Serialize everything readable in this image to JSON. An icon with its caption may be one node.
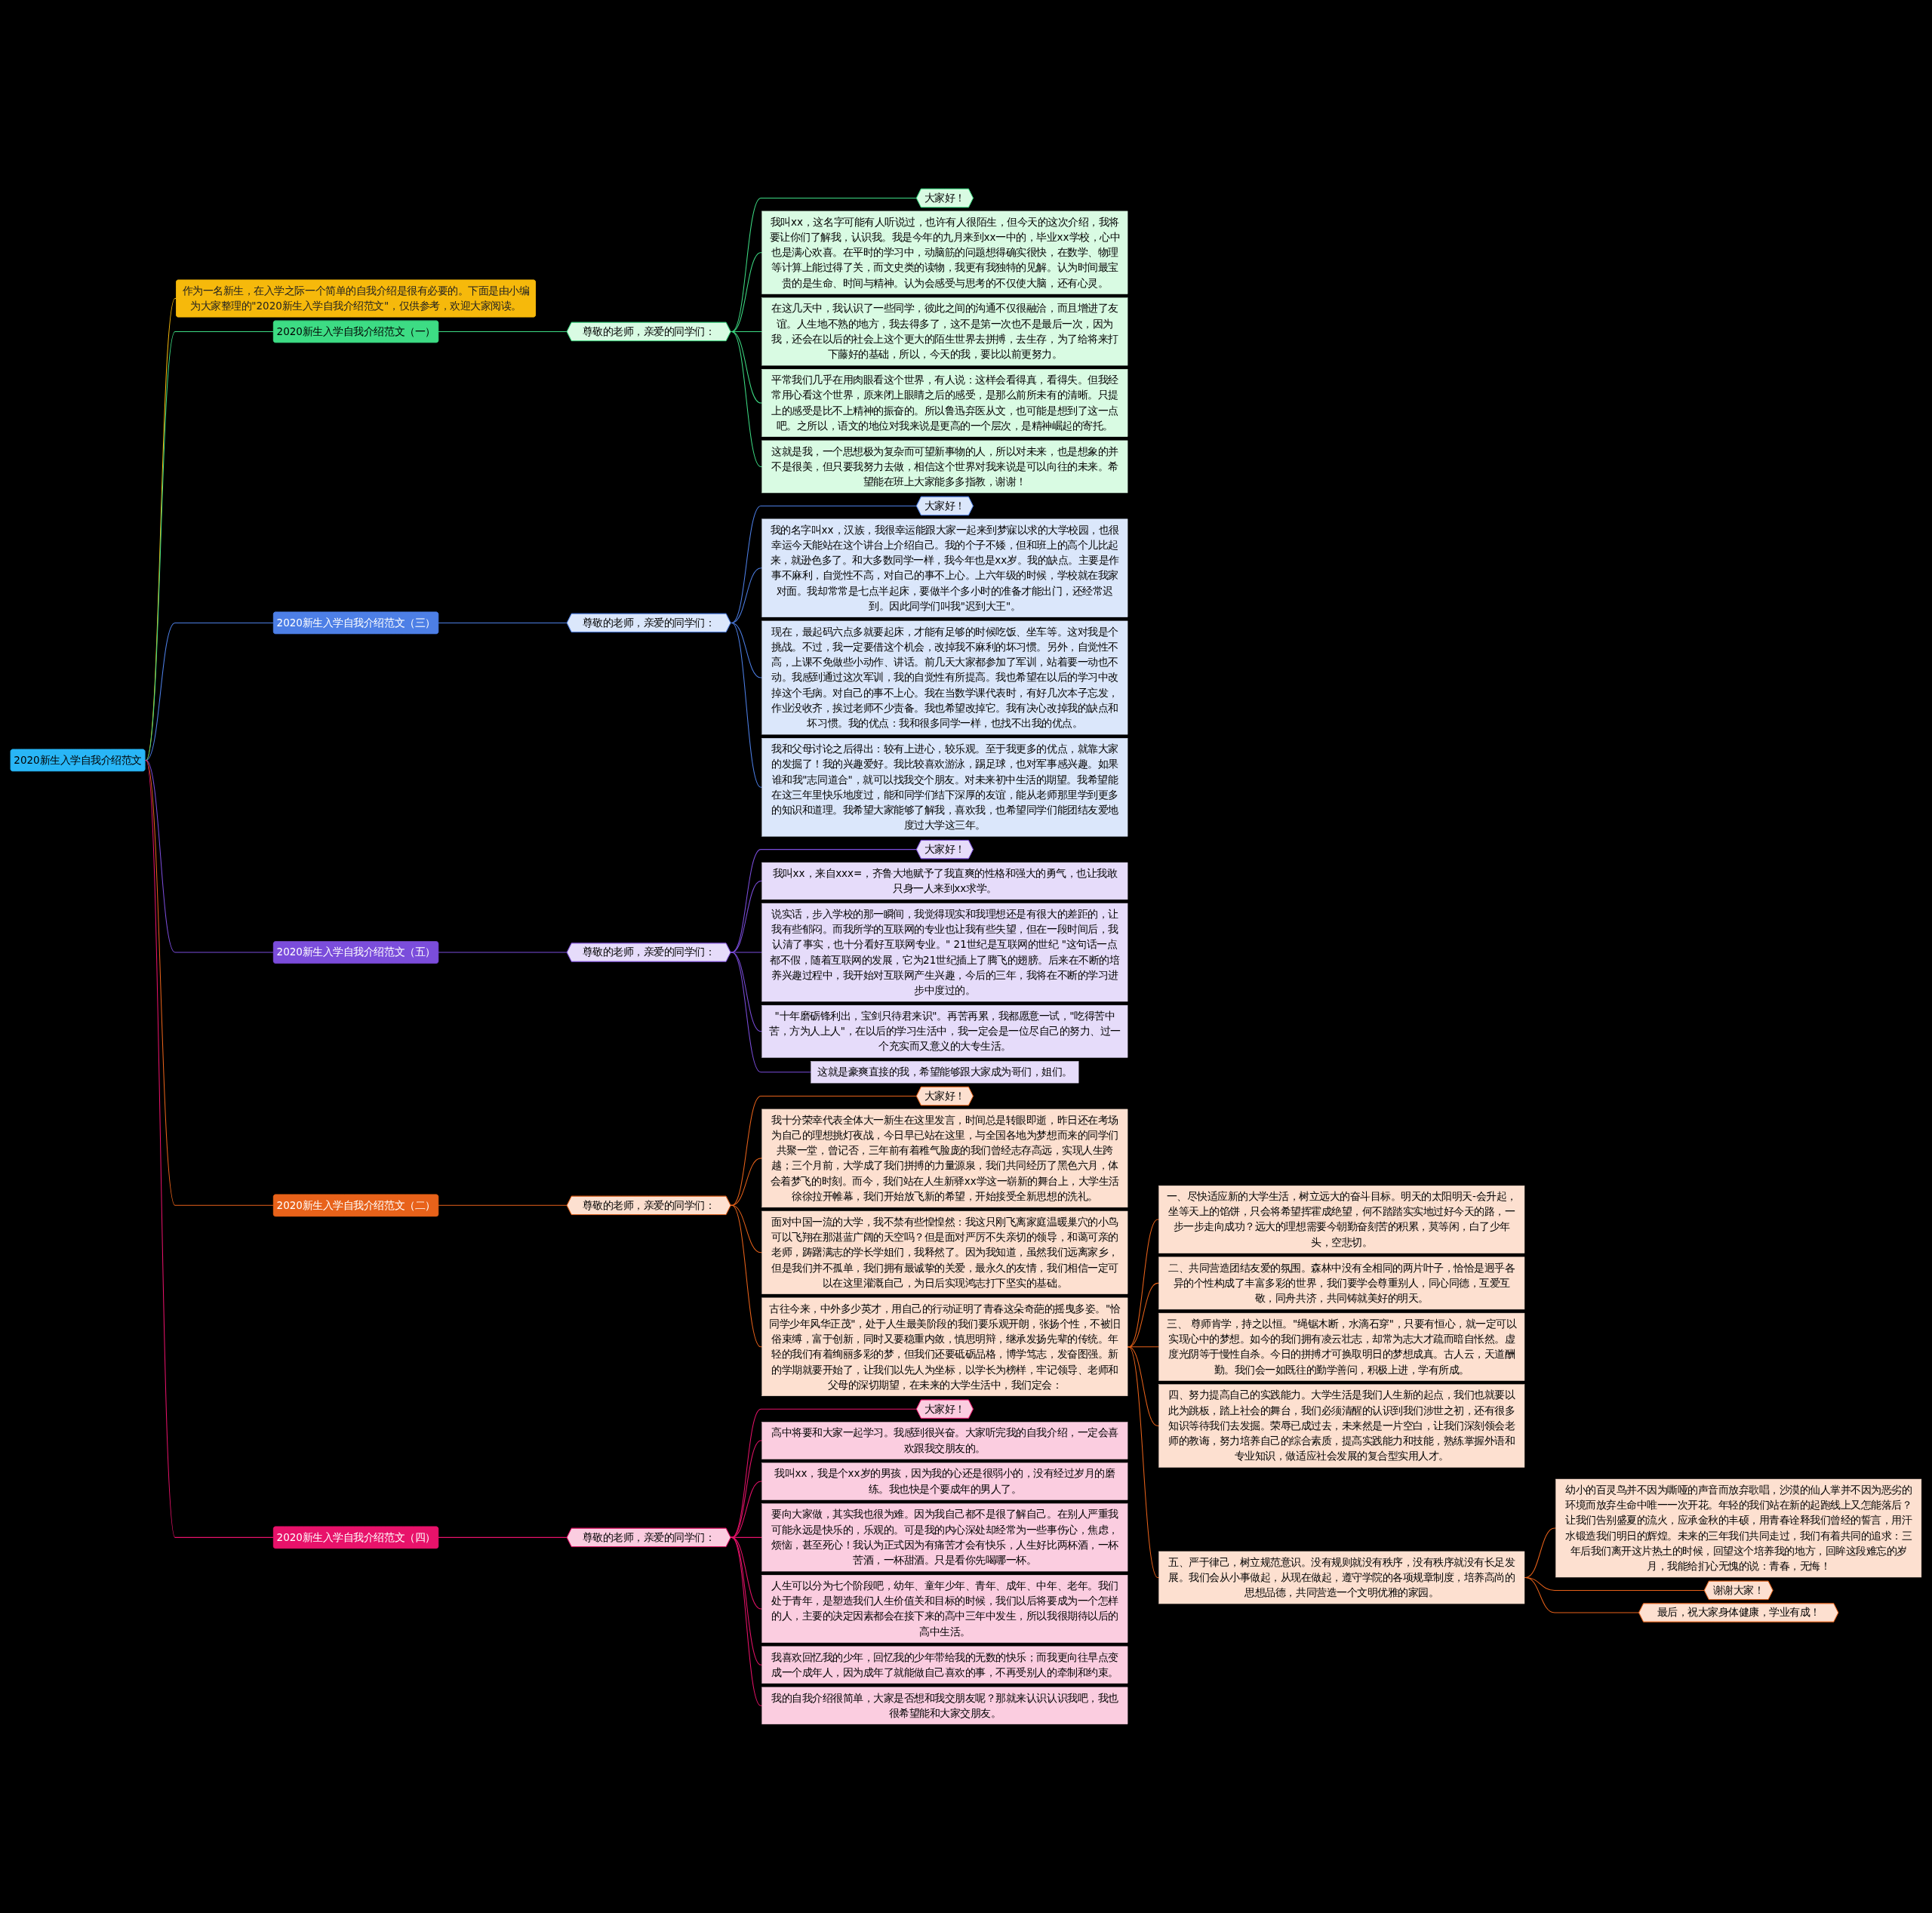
{
  "diagram": {
    "nodes": [
      {
        "text": [
          "2020新生入学自我介绍范文"
        ]
      },
      {
        "text": [
          "作为一名新生，在入学之际一个简单的自我介绍是很有必要的。下面是由小编为大家整理的\"2020新生入学自我介绍范文\"，仅供参考，欢迎大家阅读。"
        ]
      },
      {
        "text": [
          "2020新生入学自我介绍范文（一）"
        ]
      },
      {
        "text": [
          "尊敬的老师，亲爱的同学们："
        ]
      },
      {
        "text": [
          "大家好！"
        ]
      },
      {
        "text": [
          "我叫xx，这名字可能有人听说过，也许有人很陌生，但今天的这次介绍，我将要让你们了解我，认识我。我是今年的九月来到xx一中的，毕业xx学校，心中也是满心欢喜。在平时的学习中，动脑筋的问题想得确实很快，在数学、物理等计算上能过得了关，而文史类的读物，我更有我独特的见解。认为时间最宝贵的是生命、时间与精神。认为会感受与思考的不仅使大脑，还有心灵。"
        ]
      },
      {
        "text": [
          "在这几天中，我认识了一些同学，彼此之间的沟通不仅很融洽，而且增进了友谊。人生地不熟的地方，我去得多了，这不是第一次也不是最后一次，因为我，还会在以后的社会上这个更大的陌生世界去拼搏，去生存，为了给将来打下藤好的基础，所以，今天的我，要比以前更努力。"
        ]
      },
      {
        "text": [
          "平常我们几乎在用肉眼看这个世界，有人说：这样会看得真，看得失。但我经常用心看这个世界，原来闭上眼睛之后的感受，是那么前所未有的清晰。只提上的感受是比不上精神的振奋的。所以鲁迅弃医从文，也可能是想到了这一点吧。之所以，语文的地位对我来说是更高的一个层次，是精神崛起的寄托。"
        ]
      },
      {
        "text": [
          "这就是我，一个思想极为复杂而可望新事物的人，所以对未来，也是想象的并不是很美，但只要我努力去做，相信这个世界对我来说是可以向往的未来。希望能在班上大家能多多指教，谢谢！"
        ]
      },
      {
        "text": [
          "2020新生入学自我介绍范文（三）"
        ]
      },
      {
        "text": [
          "尊敬的老师，亲爱的同学们："
        ]
      },
      {
        "text": [
          "大家好！"
        ]
      },
      {
        "text": [
          "我的名字叫xx，汉族，我很幸运能跟大家一起来到梦寐以求的大学校园，也很幸运今天能站在这个讲台上介绍自己。我的个子不矮，但和班上的高个儿比起来，就逊色多了。和大多数同学一样，我今年也是xx岁。我的缺点。主要是作事不麻利，自觉性不高，对自己的事不上心。上六年级的时候，学校就在我家对面。我却常常是七点半起床，要做半个多小时的准备才能出门，还经常迟到。因此同学们叫我\"迟到大王\"。"
        ]
      },
      {
        "text": [
          "现在，最起码六点多就要起床，才能有足够的时候吃饭、坐车等。这对我是个挑战。不过，我一定要借这个机会，改掉我不麻利的坏习惯。另外，自觉性不高，上课不免做些小动作、讲话。前几天大家都参加了军训，站着要一动也不动。我感到通过这次军训，我的自觉性有所提高。我也希望在以后的学习中改掉这个毛病。对自己的事不上心。我在当数学课代表时，有好几次本子忘发，作业没收齐，挨过老师不少责备。我也希望改掉它。我有决心改掉我的缺点和坏习惯。我的优点：我和很多同学一样，也找不出我的优点。"
        ]
      },
      {
        "text": [
          "我和父母讨论之后得出：较有上进心，较乐观。至于我更多的优点，就靠大家的发掘了！我的兴趣爱好。我比较喜欢游泳，踢足球，也对军事感兴趣。如果谁和我\"志同道合\"，就可以找我交个朋友。对未来初中生活的期望。我希望能在这三年里快乐地度过，能和同学们结下深厚的友谊，能从老师那里学到更多的知识和道理。我希望大家能够了解我，喜欢我，也希望同学们能团结友爱地度过大学这三年。"
        ]
      },
      {
        "text": [
          "2020新生入学自我介绍范文（五）"
        ]
      },
      {
        "text": [
          "尊敬的老师，亲爱的同学们："
        ]
      },
      {
        "text": [
          "大家好！"
        ]
      },
      {
        "text": [
          "我叫xx，来自xxx=，齐鲁大地赋予了我直爽的性格和强大的勇气，也让我敢只身一人来到xx求学。"
        ]
      },
      {
        "text": [
          "说实话，步入学校的那一瞬间，我觉得现实和我理想还是有很大的差距的，让我有些郁闷。而我所学的互联网的专业也让我有些失望，但在一段时间后，我认清了事实，也十分看好互联网专业。\" 21世纪是互联网的世纪 \"这句话一点都不假，随着互联网的发展，它为21世纪插上了腾飞的翅膀。后来在不断的培养兴趣过程中，我开始对互联网产生兴趣，今后的三年，我将在不断的学习进步中度过的。"
        ]
      },
      {
        "text": [
          "\"十年磨砺锋利出，宝剑只待君来识\"。再苦再累，我都愿意一试，\"吃得苦中苦，方为人上人\"，在以后的学习生活中，我一定会是一位尽自己的努力、过一个充实而又意义的大专生活。"
        ]
      },
      {
        "text": [
          "这就是豪爽直接的我，希望能够跟大家成为哥们，姐们。"
        ]
      },
      {
        "text": [
          "2020新生入学自我介绍范文（二）"
        ]
      },
      {
        "text": [
          "尊敬的老师，亲爱的同学们："
        ]
      },
      {
        "text": [
          "大家好！"
        ]
      },
      {
        "text": [
          "我十分荣幸代表全体大一新生在这里发言，时间总是转眼即逝，昨日还在考场为自己的理想挑灯夜战，今日早已站在这里，与全国各地为梦想而来的同学们共聚一堂，曾记否，三年前有着稚气脸庞的我们曾经志存高远，实现人生跨越；三个月前，大学成了我们拼搏的力量源泉，我们共同经历了黑色六月，体会着梦飞的时刻。而今，我们站在人生新驿xx学这一崭新的舞台上，大学生活徐徐拉开帷幕，我们开始放飞新的希望，开始接受全新思想的洗礼。"
        ]
      },
      {
        "text": [
          "面对中国一流的大学，我不禁有些惶惶然：我这只刚飞离家庭温暖巢穴的小鸟可以飞翔在那湛蓝广阔的天空吗？但是面对严厉不失亲切的领导，和蔼可亲的老师，踌躇满志的学长学姐们，我释然了。因为我知道，虽然我们远离家乡，但是我们并不孤单，我们拥有最诚挚的关爱，最永久的友情，我们相信一定可以在这里灌溉自己，为日后实现鸿志打下坚实的基础。"
        ]
      },
      {
        "text": [
          "古往今来，中外多少英才，用自己的行动证明了青春这朵奇葩的摇曳多姿。\"恰同学少年风华正茂\"，处于人生最美阶段的我们要乐观开朗，张扬个性，不被旧俗束缚，富于创新，同时又要稳重内敛，慎思明辩，继承发扬先辈的传统。年轻的我们有着绚丽多彩的梦，但我们还要砥砺品格，博学笃志，发奋图强。新的学期就要开始了，让我们以先人为坐标，以学长为榜样，牢记领导、老师和父母的深切期望，在未来的大学生活中，我们定会："
        ]
      },
      {
        "text": [
          "一、尽快适应新的大学生活，树立远大的奋斗目标。明天的太阳明天-会升起，坐等天上的馅饼，只会将希望挥霍成绝望，何不踏踏实实地过好今天的路，一步一步走向成功？远大的理想需要今朝勤奋刻苦的积累，莫等闲，白了少年头，空悲切。"
        ]
      },
      {
        "text": [
          "二、共同营造团结友爱的氛围。森林中没有全相同的两片叶子，恰恰是迥乎各异的个性构成了丰富多彩的世界，我们要学会尊重别人，同心同德，互爱互敬，同舟共济，共同铸就美好的明天。"
        ]
      },
      {
        "text": [
          "三、 尊师肯学，持之以恒。\"绳锯木断，水滴石穿\"，只要有恒心，就一定可以实现心中的梦想。如今的我们拥有凌云壮志，却常为志大才疏而暗自怅然。虚度光阴等于慢性自杀。今日的拼搏才可换取明日的梦想成真。古人云，天道酬勤。我们会一如既往的勤学善问，积极上进，学有所成。"
        ]
      },
      {
        "text": [
          "四、努力提高自己的实践能力。大学生活是我们人生新的起点，我们也就要以此为跳板，踏上社会的舞台，我们必须清醒的认识到我们涉世之初，还有很多知识等待我们去发掘。荣辱已成过去，未来然是一片空白，让我们深刻领会老师的教诲，努力培养自己的综合素质，提高实践能力和技能，熟练掌握外语和专业知识，做适应社会发展的复合型实用人才。"
        ]
      },
      {
        "text": [
          "五、严于律己，树立规范意识。没有规则就没有秩序，没有秩序就没有长足发展。我们会从小事做起，从现在做起，遵守学院的各项规章制度，培养高尚的思想品德，共同营造一个文明优雅的家园。"
        ]
      },
      {
        "text": [
          "幼小的百灵鸟并不因为嘶哑的声音而放弃歌唱，沙漠的仙人掌并不因为恶劣的环境而放弃生命中唯一一次开花。年轻的我们站在新的起跑线上又怎能落后？让我们告别盛夏的流火，应承金秋的丰硕，用青春诠释我们曾经的誓言，用汗水锻造我们明日的辉煌。未来的三年我们共同走过，我们有着共同的追求：三年后我们离开这片热土的时候，回望这个培养我的地方，回眸这段难忘的岁月，我能给扪心无愧的说：青春，无悔！"
        ]
      },
      {
        "text": [
          "谢谢大家！"
        ]
      },
      {
        "text": [
          "最后，祝大家身体健康，学业有成！"
        ]
      },
      {
        "text": [
          "2020新生入学自我介绍范文（四）"
        ]
      },
      {
        "text": [
          "尊敬的老师，亲爱的同学们："
        ]
      },
      {
        "text": [
          "大家好！"
        ]
      },
      {
        "text": [
          "高中将要和大家一起学习。我感到很兴奋。大家听完我的自我介绍，一定会喜欢跟我交朋友的。"
        ]
      },
      {
        "text": [
          "我叫xx，我是个xx岁的男孩，因为我的心还是很弱小的，没有经过岁月的磨练。我也快是个要成年的男人了。"
        ]
      },
      {
        "text": [
          "要向大家做，其实我也很为难。因为我自己都不是很了解自己。在别人严重我可能永远是快乐的，乐观的。可是我的内心深处却经常为一些事伤心，焦虑，烦恼，甚至死心！我认为正式因为有痛苦才会有快乐，人生好比两杯酒，一杯苦酒，一杯甜酒。只是看你先喝哪一杯。"
        ]
      },
      {
        "text": [
          "人生可以分为七个阶段吧，幼年、童年少年、青年、成年、中年、老年。我们处于青年，是塑造我们人生价值关和目标的时候，我们以后将要成为一个怎样的人，主要的决定因素都会在接下来的高中三年中发生，所以我很期待以后的高中生活。"
        ]
      },
      {
        "text": [
          "我喜欢回忆我的少年，回忆我的少年带给我的无数的快乐；而我更向往早点变成一个成年人，因为成年了就能做自己喜欢的事，不再受别人的牵制和约束。"
        ]
      },
      {
        "text": [
          "我的自我介绍很简单，大家是否想和我交朋友呢？那就来认识认识我吧，我也很希望能和大家交朋友。"
        ]
      }
    ],
    "edges": [
      {
        "from": 0,
        "to": 1,
        "arrow": "none",
        "color": "#f6b90b"
      },
      {
        "from": 0,
        "to": 2,
        "arrow": "none",
        "color": "#3ddc84"
      },
      {
        "from": 2,
        "to": 3,
        "arrow": "none",
        "color": "#3ddc84"
      },
      {
        "from": 3,
        "to": 4,
        "arrow": "none",
        "color": "#3ddc84"
      },
      {
        "from": 3,
        "to": 5,
        "arrow": "none",
        "color": "#3ddc84"
      },
      {
        "from": 3,
        "to": 6,
        "arrow": "none",
        "color": "#3ddc84"
      },
      {
        "from": 3,
        "to": 7,
        "arrow": "none",
        "color": "#3ddc84"
      },
      {
        "from": 3,
        "to": 8,
        "arrow": "none",
        "color": "#3ddc84"
      },
      {
        "from": 0,
        "to": 9,
        "arrow": "none",
        "color": "#4d7fe6"
      },
      {
        "from": 9,
        "to": 10,
        "arrow": "none",
        "color": "#4d7fe6"
      },
      {
        "from": 10,
        "to": 11,
        "arrow": "none",
        "color": "#4d7fe6"
      },
      {
        "from": 10,
        "to": 12,
        "arrow": "none",
        "color": "#4d7fe6"
      },
      {
        "from": 10,
        "to": 13,
        "arrow": "none",
        "color": "#4d7fe6"
      },
      {
        "from": 10,
        "to": 14,
        "arrow": "none",
        "color": "#4d7fe6"
      },
      {
        "from": 0,
        "to": 15,
        "arrow": "none",
        "color": "#7b4ddb"
      },
      {
        "from": 15,
        "to": 16,
        "arrow": "none",
        "color": "#7b4ddb"
      },
      {
        "from": 16,
        "to": 17,
        "arrow": "none",
        "color": "#7b4ddb"
      },
      {
        "from": 16,
        "to": 18,
        "arrow": "none",
        "color": "#7b4ddb"
      },
      {
        "from": 16,
        "to": 19,
        "arrow": "none",
        "color": "#7b4ddb"
      },
      {
        "from": 16,
        "to": 20,
        "arrow": "none",
        "color": "#7b4ddb"
      },
      {
        "from": 16,
        "to": 21,
        "arrow": "none",
        "color": "#7b4ddb"
      },
      {
        "from": 0,
        "to": 22,
        "arrow": "none",
        "color": "#e8621a"
      },
      {
        "from": 22,
        "to": 23,
        "arrow": "none",
        "color": "#e8621a"
      },
      {
        "from": 23,
        "to": 24,
        "arrow": "none",
        "color": "#e8621a"
      },
      {
        "from": 23,
        "to": 25,
        "arrow": "none",
        "color": "#e8621a"
      },
      {
        "from": 23,
        "to": 26,
        "arrow": "none",
        "color": "#e8621a"
      },
      {
        "from": 23,
        "to": 27,
        "arrow": "none",
        "color": "#e8621a"
      },
      {
        "from": 27,
        "to": 28,
        "arrow": "none",
        "color": "#e8621a"
      },
      {
        "from": 27,
        "to": 29,
        "arrow": "none",
        "color": "#e8621a"
      },
      {
        "from": 27,
        "to": 30,
        "arrow": "none",
        "color": "#e8621a"
      },
      {
        "from": 27,
        "to": 31,
        "arrow": "none",
        "color": "#e8621a"
      },
      {
        "from": 27,
        "to": 32,
        "arrow": "none",
        "color": "#e8621a"
      },
      {
        "from": 32,
        "to": 33,
        "arrow": "none",
        "color": "#e8621a"
      },
      {
        "from": 32,
        "to": 34,
        "arrow": "none",
        "color": "#e8621a"
      },
      {
        "from": 32,
        "to": 35,
        "arrow": "none",
        "color": "#e8621a"
      },
      {
        "from": 0,
        "to": 36,
        "arrow": "none",
        "color": "#e8126a"
      },
      {
        "from": 36,
        "to": 37,
        "arrow": "none",
        "color": "#e8126a"
      },
      {
        "from": 37,
        "to": 38,
        "arrow": "none",
        "color": "#e8126a"
      },
      {
        "from": 37,
        "to": 39,
        "arrow": "none",
        "color": "#e8126a"
      },
      {
        "from": 37,
        "to": 40,
        "arrow": "none",
        "color": "#e8126a"
      },
      {
        "from": 37,
        "to": 41,
        "arrow": "none",
        "color": "#e8126a"
      },
      {
        "from": 37,
        "to": 42,
        "arrow": "none",
        "color": "#e8126a"
      },
      {
        "from": 37,
        "to": 43,
        "arrow": "none",
        "color": "#e8126a"
      },
      {
        "from": 37,
        "to": 44,
        "arrow": "none",
        "color": "#e8126a"
      }
    ]
  }
}
